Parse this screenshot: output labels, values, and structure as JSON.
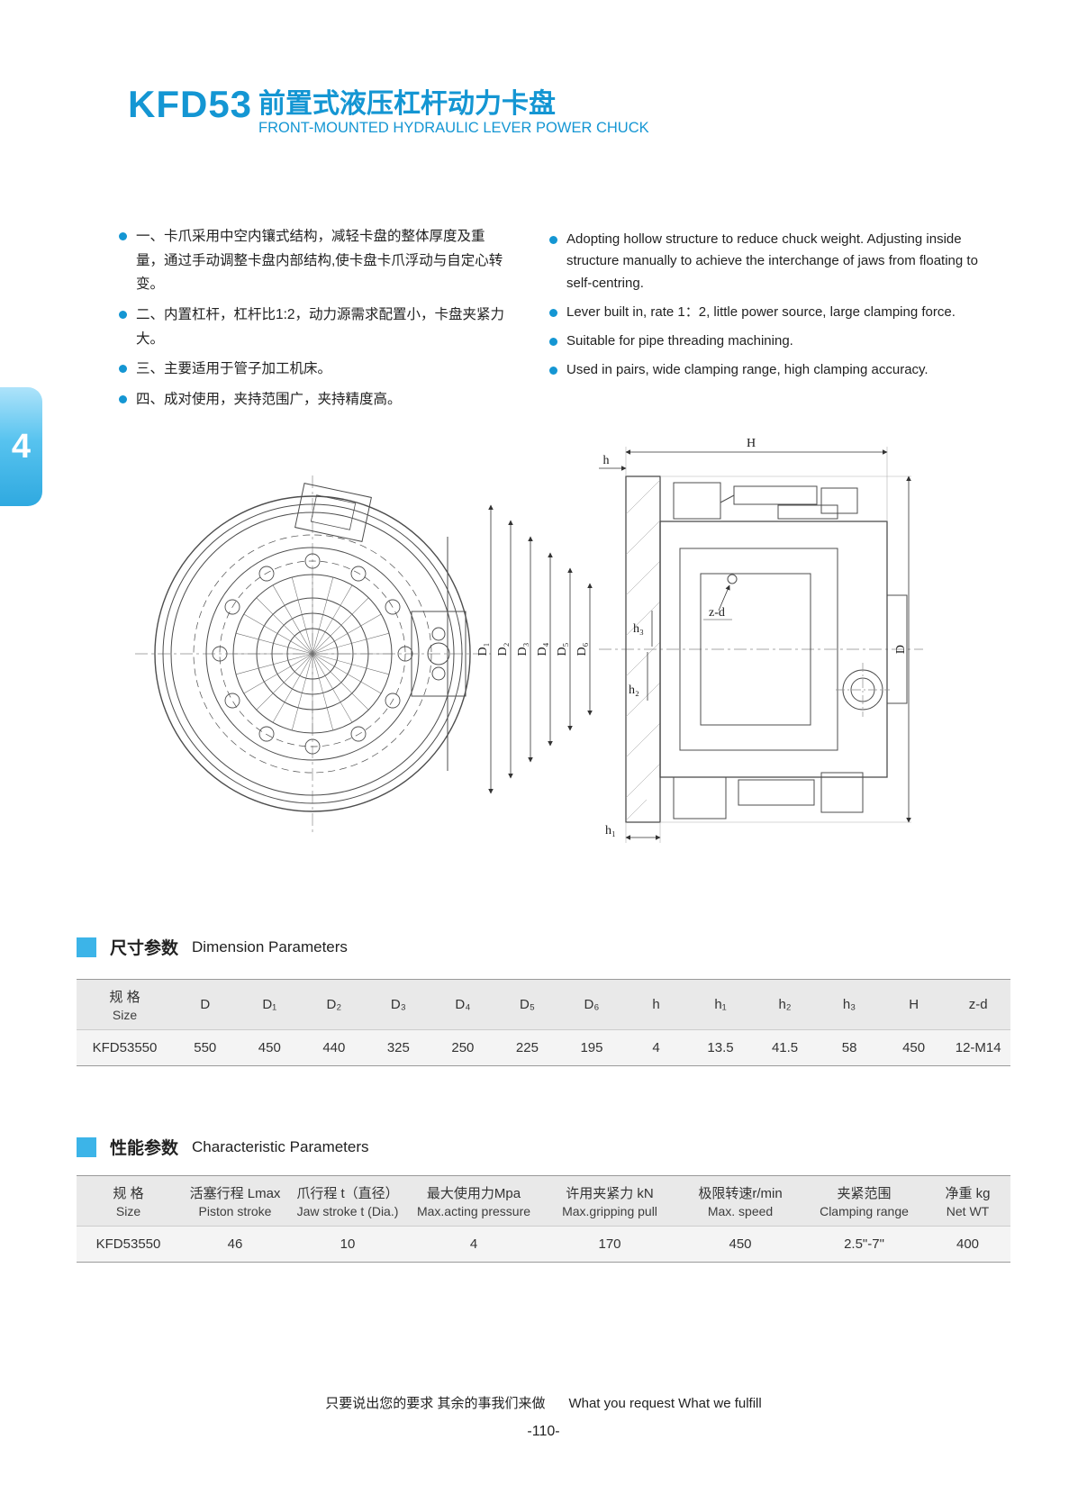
{
  "colors": {
    "accent": "#1496d3",
    "tab_blue": "#57c3ef",
    "section_marker": "#3cb4e8",
    "table_header_bg": "#e9e9e9",
    "table_row_bg": "#f4f4f4"
  },
  "page": {
    "model": "KFD53",
    "title_cn": "前置式液压杠杆动力卡盘",
    "title_en": "FRONT-MOUNTED HYDRAULIC LEVER POWER CHUCK",
    "side_tab": "4",
    "footer_cn": "只要说出您的要求  其余的事我们来做",
    "footer_en": "What you request  What we fulfill",
    "page_number": "-110-"
  },
  "features_cn": [
    "一、卡爪采用中空内镶式结构，减轻卡盘的整体厚度及重量，通过手动调整卡盘内部结构,使卡盘卡爪浮动与自定心转变。",
    "二、内置杠杆，杠杆比1:2，动力源需求配置小，卡盘夹紧力大。",
    "三、主要适用于管子加工机床。",
    "四、成对使用，夹持范围广，夹持精度高。"
  ],
  "features_en": [
    "Adopting hollow structure to reduce chuck weight. Adjusting inside structure manually to achieve the interchange of jaws from floating to self-centring.",
    "Lever built in, rate 1：2, little power source, large clamping force.",
    "Suitable for pipe threading machining.",
    "Used in pairs, wide clamping range, high clamping accuracy."
  ],
  "drawing": {
    "labels": {
      "H": "H",
      "h": "h",
      "D": "D",
      "D1": "D₁",
      "D2": "D₂",
      "D3": "D₃",
      "D4": "D₄",
      "D5": "D₅",
      "D6": "D₆",
      "h1": "h₁",
      "h2": "h₂",
      "h3": "h₃",
      "zd": "z-d"
    }
  },
  "dimension_table": {
    "title_cn": "尺寸参数",
    "title_en": "Dimension Parameters",
    "col0_cn": "规 格",
    "col0_en": "Size",
    "headers": [
      "D",
      "D₁",
      "D₂",
      "D₃",
      "D₄",
      "D₅",
      "D₆",
      "h",
      "h₁",
      "h₂",
      "h₃",
      "H",
      "z-d"
    ],
    "row": [
      "KFD53550",
      "550",
      "450",
      "440",
      "325",
      "250",
      "225",
      "195",
      "4",
      "13.5",
      "41.5",
      "58",
      "450",
      "12-M14"
    ]
  },
  "characteristic_table": {
    "title_cn": "性能参数",
    "title_en": "Characteristic Parameters",
    "headers": [
      {
        "cn": "规 格",
        "en": "Size"
      },
      {
        "cn": "活塞行程 Lmax",
        "en": "Piston stroke"
      },
      {
        "cn": "爪行程 t（直径）",
        "en": "Jaw stroke t (Dia.)"
      },
      {
        "cn": "最大使用力Mpa",
        "en": "Max.acting pressure"
      },
      {
        "cn": "许用夹紧力 kN",
        "en": "Max.gripping pull"
      },
      {
        "cn": "极限转速r/min",
        "en": "Max. speed"
      },
      {
        "cn": "夹紧范围",
        "en": "Clamping range"
      },
      {
        "cn": "净重 kg",
        "en": "Net WT"
      }
    ],
    "row": [
      "KFD53550",
      "46",
      "10",
      "4",
      "170",
      "450",
      "2.5\"-7\"",
      "400"
    ]
  }
}
